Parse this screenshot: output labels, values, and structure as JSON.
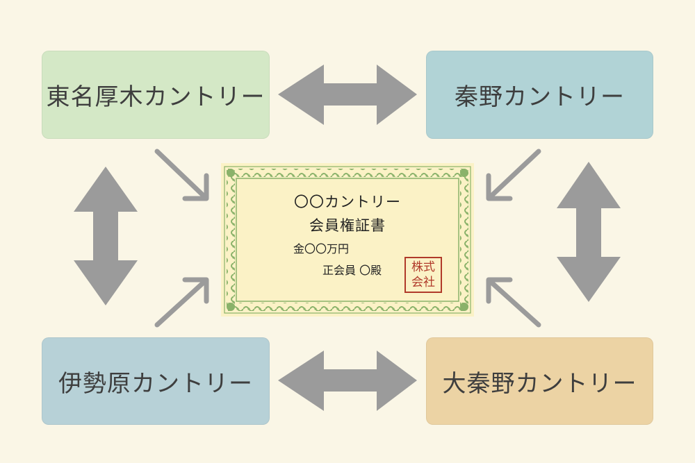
{
  "nodes": {
    "top_left": {
      "label": "東名厚木カントリー",
      "color": "#d4e8c6"
    },
    "top_right": {
      "label": "秦野カントリー",
      "color": "#b1d3d6"
    },
    "bottom_left": {
      "label": "伊勢原カントリー",
      "color": "#b7d1d7"
    },
    "bottom_right": {
      "label": "大秦野カントリー",
      "color": "#ecd3a4"
    }
  },
  "certificate": {
    "title": "〇〇カントリー",
    "subtitle": "会員権証書",
    "amount": "金〇〇万円",
    "member": "正会員 〇殿",
    "seal_line1": "株式",
    "seal_line2": "会社",
    "background": "#fbf2c6",
    "border_color": "#8ab26a"
  },
  "colors": {
    "background": "#faf6e6",
    "arrow": "#9b9b9b",
    "seal": "#b03a2a"
  }
}
